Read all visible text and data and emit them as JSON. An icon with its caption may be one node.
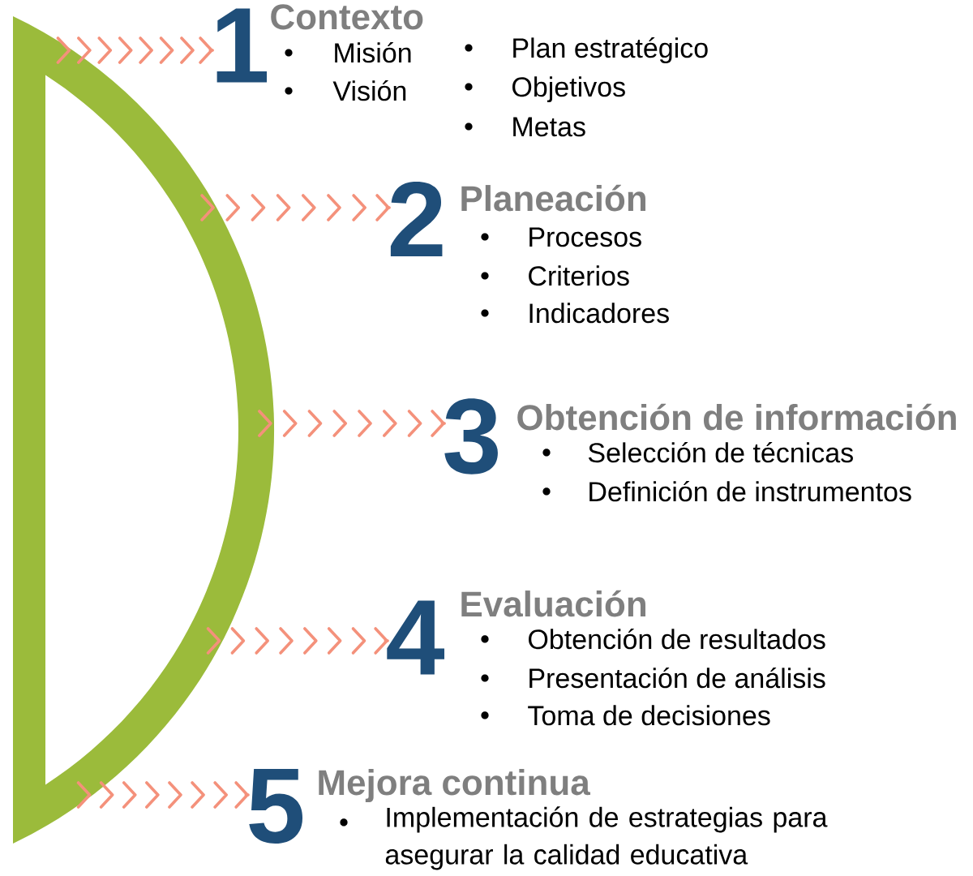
{
  "diagram": {
    "nodes": [
      {
        "text": [
          "1"
        ],
        "beside": [
          "Contexto",
          "Misión",
          "Visión",
          "Plan estratégico",
          "Objetivos",
          "Metas"
        ]
      },
      {
        "text": [
          "2"
        ],
        "beside": [
          "Planeación",
          "Procesos",
          "Criterios",
          "Indicadores"
        ]
      },
      {
        "text": [
          "3"
        ],
        "beside": [
          "Obtención de información",
          "Selección de técnicas",
          "Definición de instrumentos"
        ]
      },
      {
        "text": [
          "4"
        ],
        "beside": [
          "Evaluación",
          "Obtención de resultados",
          "Presentación de análisis",
          "Toma de decisiones"
        ]
      },
      {
        "text": [
          "5"
        ],
        "beside": [
          "Mejora continua",
          "Implementación de estrategias para asegurar la calidad educativa"
        ]
      }
    ],
    "edges": [
      {
        "from": null,
        "to": 0,
        "arrow": "to"
      },
      {
        "from": null,
        "to": 1,
        "arrow": "to"
      },
      {
        "from": null,
        "to": 2,
        "arrow": "to"
      },
      {
        "from": null,
        "to": 3,
        "arrow": "to"
      },
      {
        "from": null,
        "to": 4,
        "arrow": "to"
      }
    ]
  }
}
